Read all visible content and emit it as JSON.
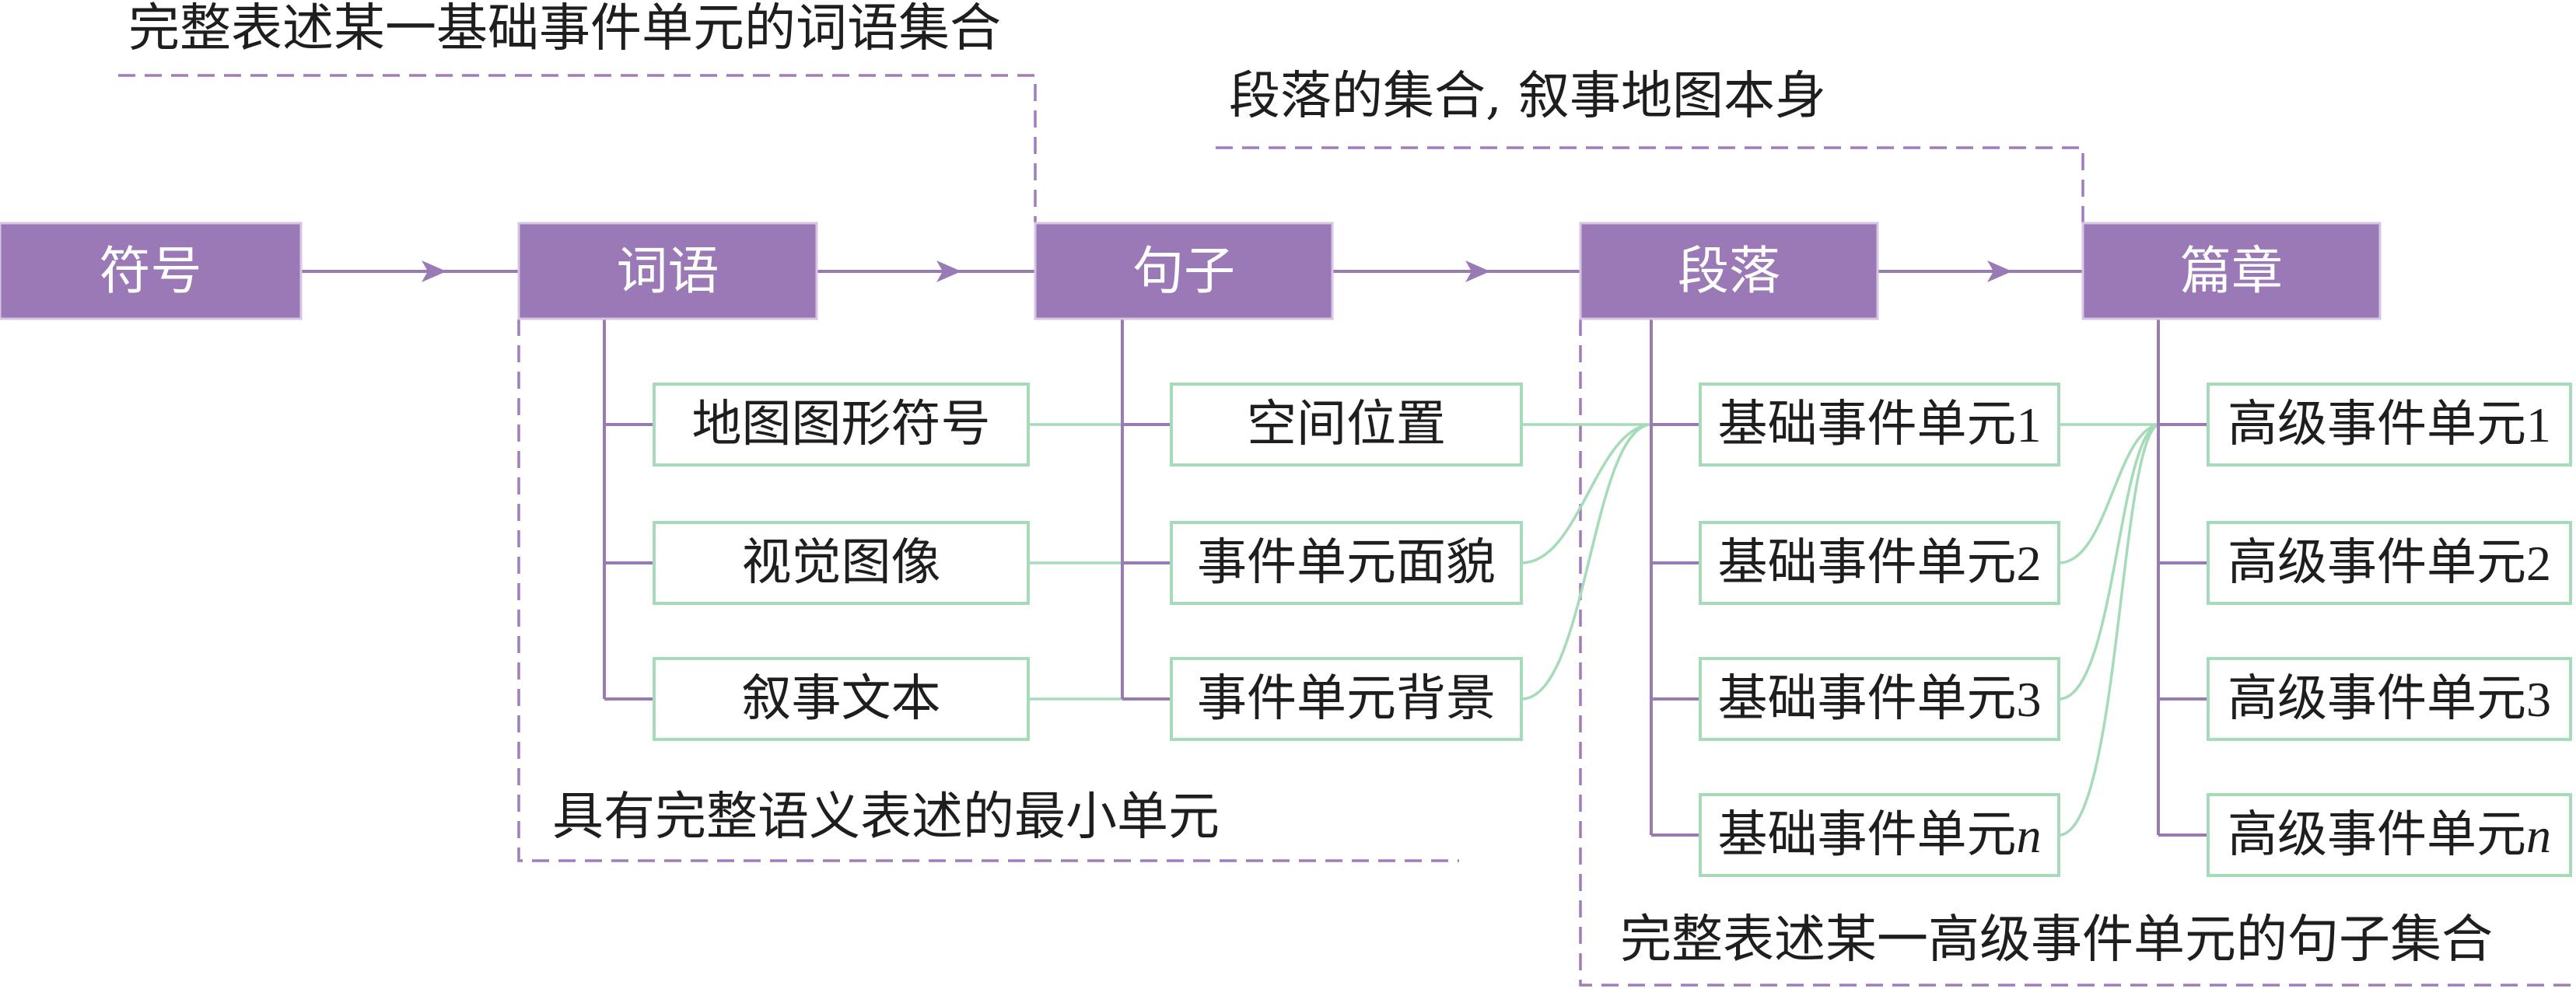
{
  "levels": [
    {
      "label": "符号"
    },
    {
      "label": "词语",
      "items": [
        "地图图形符号",
        "视觉图像",
        "叙事文本"
      ]
    },
    {
      "label": "句子",
      "items": [
        "空间位置",
        "事件单元面貌",
        "事件单元背景"
      ]
    },
    {
      "label": "段落",
      "items": [
        {
          "text": "基础事件单元",
          "index": "1"
        },
        {
          "text": "基础事件单元",
          "index": "2"
        },
        {
          "text": "基础事件单元",
          "index": "3"
        },
        {
          "text": "基础事件单元",
          "index": "n"
        }
      ]
    },
    {
      "label": "篇章",
      "items": [
        {
          "text": "高级事件单元",
          "index": "1"
        },
        {
          "text": "高级事件单元",
          "index": "2"
        },
        {
          "text": "高级事件单元",
          "index": "3"
        },
        {
          "text": "高级事件单元",
          "index": "n"
        }
      ]
    }
  ],
  "annotations": {
    "word_set": "完整表述某一基础事件单元的词语集合",
    "paragraph_set": "段落的集合, 叙事地图本身",
    "min_semantic_unit": "具有完整语义表述的最小单元",
    "sentence_set": "完整表述某一高级事件单元的句子集合"
  },
  "colors": {
    "level_box": "#9b79b6",
    "connector": "#9a7ab5",
    "sub_box_border": "#a6dbb9",
    "link": "#a6dbb9",
    "dashed_bracket": "#a07cbe"
  }
}
